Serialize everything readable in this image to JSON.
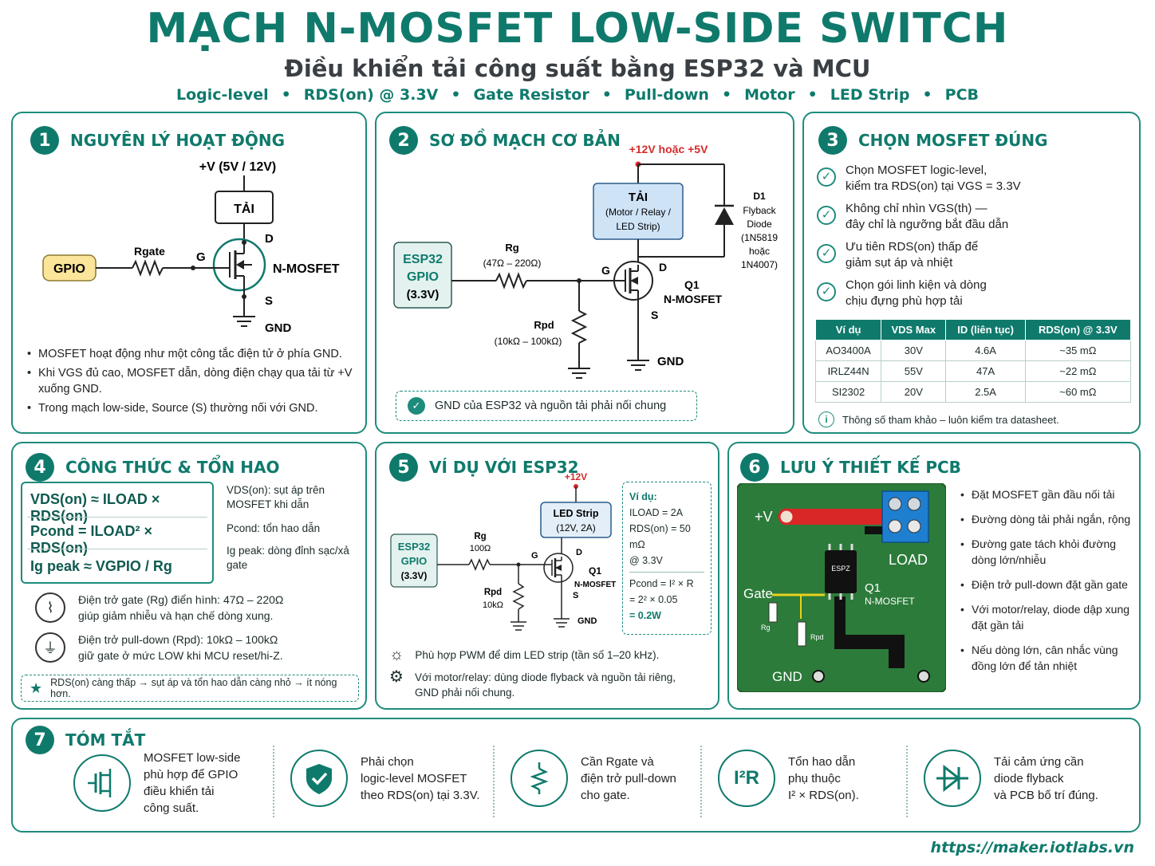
{
  "header": {
    "title": "MẠCH N-MOSFET LOW-SIDE SWITCH",
    "subtitle": "Điều khiển tải công suất bằng ESP32 và MCU",
    "tags": [
      "Logic-level",
      "RDS(on) @ 3.3V",
      "Gate Resistor",
      "Pull-down",
      "Motor",
      "LED Strip",
      "PCB"
    ]
  },
  "p1": {
    "num": "1",
    "title": "NGUYÊN LÝ HOẠT ĐỘNG",
    "vplus": "+V (5V / 12V)",
    "load": "TẢI",
    "gpio": "GPIO",
    "rgate": "Rgate",
    "g": "G",
    "d": "D",
    "s": "S",
    "mosfet": "N-MOSFET",
    "gnd": "GND",
    "bullets": [
      "MOSFET hoạt động như một công tắc điện tử ở phía GND.",
      "Khi VGS đủ cao, MOSFET dẫn, dòng điện chạy qua tải từ +V xuống GND.",
      "Trong mạch low-side, Source (S) thường nối với GND."
    ]
  },
  "p2": {
    "num": "2",
    "title": "SƠ ĐỒ MẠCH CƠ BẢN",
    "supply": "+12V hoặc +5V",
    "load_title": "TẢI",
    "load_sub": "(Motor / Relay / LED Strip)",
    "esp": "ESP32",
    "esp_gpio": "GPIO",
    "esp_v": "(3.3V)",
    "rg": "Rg",
    "rg_val": "(47Ω – 220Ω)",
    "rpd": "Rpd",
    "rpd_val": "(10kΩ – 100kΩ)",
    "g": "G",
    "d": "D",
    "s": "S",
    "q1": "Q1",
    "mosfet": "N-MOSFET",
    "gnd": "GND",
    "d1": "D1",
    "flyback": "Flyback",
    "diode": "Diode",
    "d_part1": "(1N5819",
    "d_or": "hoặc",
    "d_part2": "1N4007)",
    "note": "GND của ESP32 và nguồn tải phải nối chung"
  },
  "p3": {
    "num": "3",
    "title": "CHỌN MOSFET ĐÚNG",
    "checks": [
      [
        "Chọn MOSFET logic-level,",
        "kiểm tra RDS(on) tại VGS = 3.3V"
      ],
      [
        "Không chỉ nhìn VGS(th) —",
        "đây chỉ là ngưỡng bắt đầu dẫn"
      ],
      [
        "Ưu tiên RDS(on) thấp để",
        "giảm sụt áp và nhiệt"
      ],
      [
        "Chọn gói linh kiện và dòng",
        "chịu đựng phù hợp tải"
      ]
    ],
    "table_headers": [
      "Ví dụ",
      "VDS Max",
      "ID (liên tục)",
      "RDS(on) @ 3.3V"
    ],
    "table_rows": [
      [
        "AO3400A",
        "30V",
        "4.6A",
        "~35 mΩ"
      ],
      [
        "IRLZ44N",
        "55V",
        "47A",
        "~22 mΩ"
      ],
      [
        "SI2302",
        "20V",
        "2.5A",
        "~60 mΩ"
      ]
    ],
    "info": "Thông số tham khảo – luôn kiểm tra datasheet."
  },
  "p4": {
    "num": "4",
    "title": "CÔNG THỨC & TỔN HAO",
    "f1": "VDS(on) ≈ ILOAD × RDS(on)",
    "f2": "Pcond = ILOAD² × RDS(on)",
    "f3": "Ig peak ≈ VGPIO / Rg",
    "d1": "VDS(on): sụt áp trên MOSFET khi dẫn",
    "d2": "Pcond: tổn hao dẫn",
    "d3": "Ig peak: dòng đỉnh sạc/xả gate",
    "rg_line1": "Điện trở gate (Rg) điển hình: 47Ω – 220Ω",
    "rg_line2": "giúp giảm nhiễu và hạn chế dòng xung.",
    "rpd_line1": "Điện trở pull-down (Rpd): 10kΩ – 100kΩ",
    "rpd_line2": "giữ gate ở mức LOW khi MCU reset/hi-Z.",
    "star": "RDS(on) càng thấp → sụt áp và tổn hao dẫn càng nhỏ → ít nóng hơn."
  },
  "p5": {
    "num": "5",
    "title": "VÍ DỤ VỚI ESP32",
    "supply": "+12V",
    "led": "LED Strip",
    "led_sub": "(12V, 2A)",
    "esp": "ESP32",
    "esp_gpio": "GPIO",
    "esp_v": "(3.3V)",
    "rg": "Rg",
    "rg_val": "100Ω",
    "rpd": "Rpd",
    "rpd_val": "10kΩ",
    "g": "G",
    "d": "D",
    "s": "S",
    "q1": "Q1",
    "mosfet": "N-MOSFET",
    "gnd": "GND",
    "ex_title": "Ví dụ:",
    "ex_i": "ILOAD = 2A",
    "ex_r": "RDS(on) = 50 mΩ",
    "ex_at": "@ 3.3V",
    "ex_p": "Pcond = I² × R",
    "ex_calc": "= 2² × 0.05",
    "ex_res": "= 0.2W",
    "pwm": "Phù hợp PWM để dim LED strip (tần số 1–20 kHz).",
    "motor1": "Với motor/relay: dùng diode flyback và nguồn tải riêng,",
    "motor2": "GND phải nối chung."
  },
  "p6": {
    "num": "6",
    "title": "LƯU Ý THIẾT KẾ PCB",
    "vplus": "+V",
    "load": "LOAD",
    "chip": "ESPZ",
    "q1": "Q1",
    "mosfet": "N-MOSFET",
    "gate": "Gate",
    "gnd": "GND",
    "rg": "Rg",
    "rpd": "Rpd",
    "bullets": [
      "Đặt MOSFET gần đầu nối tải",
      "Đường dòng tải phải ngắn, rộng",
      "Đường gate tách khỏi đường dòng lớn/nhiễu",
      "Điện trở pull-down đặt gần gate",
      "Với motor/relay, diode dập xung đặt gần tải",
      "Nếu dòng lớn, cân nhắc vùng đồng lớn để tản nhiệt"
    ]
  },
  "p7": {
    "num": "7",
    "title": "TÓM TẮT",
    "items": [
      [
        "MOSFET low-side",
        "phù hợp để GPIO",
        "điều khiển tải",
        "công suất."
      ],
      [
        "Phải chọn",
        "logic-level MOSFET",
        "theo RDS(on) tại 3.3V."
      ],
      [
        "Cần Rgate và",
        "điện trở pull-down",
        "cho gate."
      ],
      [
        "Tổn hao dẫn",
        "phụ thuộc",
        "I² × RDS(on)."
      ],
      [
        "Tải cảm ứng cần",
        "diode flyback",
        "và PCB bố trí đúng."
      ]
    ],
    "i2r": "I²R"
  },
  "footer": "https://maker.iotlabs.vn"
}
